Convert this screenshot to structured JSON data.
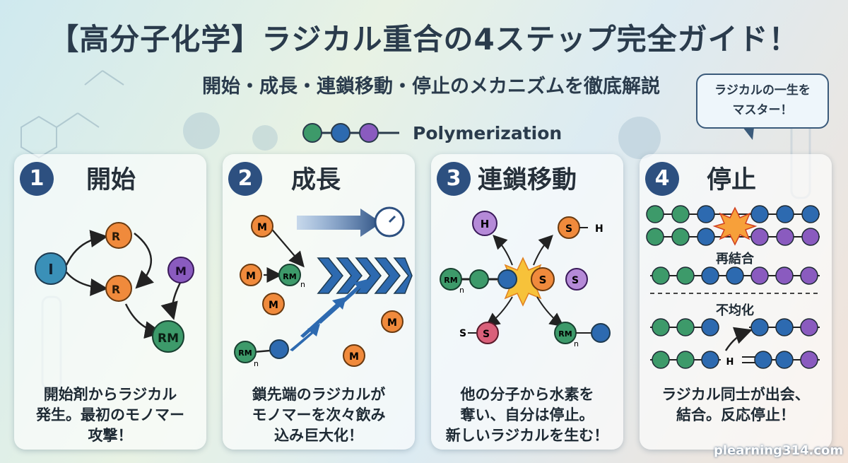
{
  "title": "【高分子化学】ラジカル重合の4ステップ完全ガイド！",
  "subtitle": "開始・成長・連鎖移動・停止のメカニズムを徹底解説",
  "bubble": {
    "line1": "ラジカルの一生を",
    "line2": "マスター！"
  },
  "legend": {
    "label": "Polymerization"
  },
  "steps": [
    {
      "num": "1",
      "title": "開始",
      "desc": [
        "開始剤からラジカル",
        "発生。最初のモノマー",
        "攻撃！"
      ]
    },
    {
      "num": "2",
      "title": "成長",
      "desc": [
        "鎖先端のラジカルが",
        "モノマーを次々飲み",
        "込み巨大化！"
      ]
    },
    {
      "num": "3",
      "title": "連鎖移動",
      "desc": [
        "他の分子から水素を",
        "奪い、自分は停止。",
        "新しいラジカルを生む！"
      ]
    },
    {
      "num": "4",
      "title": "停止",
      "desc": [
        "ラジカル同士が出会、",
        "結合。反応停止！"
      ]
    }
  ],
  "labels": {
    "I": "I",
    "R": "R",
    "M": "M",
    "RM": "RM",
    "n": "n",
    "H": "H",
    "S": "S",
    "dot": "•",
    "recombination": "再結合",
    "disproportionation": "不均化"
  },
  "watermark": "plearning314.com",
  "colors": {
    "navy": "#2d5080",
    "orange": "#f08a3c",
    "purple": "#8a5bbf",
    "green": "#3d9a6a",
    "teal": "#3a90b8",
    "pink": "#d9607a",
    "red": "#c8402a"
  }
}
